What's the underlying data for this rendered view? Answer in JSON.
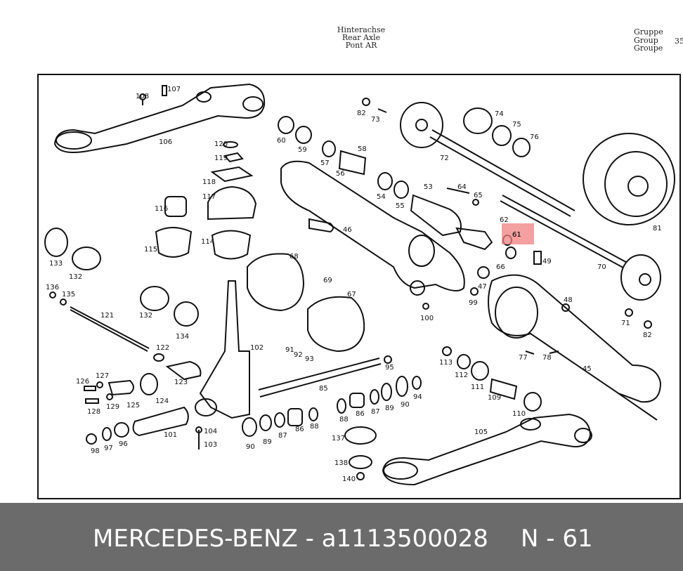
{
  "header": {
    "title_lines": [
      "Hinterachse",
      "Rear Axle",
      "Pont AR"
    ],
    "group_lines": [
      "Gruppe",
      "Group",
      "Groupe"
    ],
    "group_number": "35"
  },
  "callout": {
    "number": "61",
    "highlight_color": "#f08080"
  },
  "part_labels": [
    "108",
    "107",
    "106",
    "120",
    "119",
    "118",
    "117",
    "116",
    "115",
    "114",
    "133",
    "132",
    "136",
    "135",
    "121",
    "132",
    "134",
    "122",
    "123",
    "126",
    "127",
    "128",
    "129",
    "125",
    "124",
    "98",
    "97",
    "96",
    "101",
    "104",
    "103",
    "102",
    "91",
    "92",
    "93",
    "95",
    "85",
    "90",
    "89",
    "87",
    "86",
    "88",
    "60",
    "59",
    "57",
    "58",
    "56",
    "54",
    "55",
    "53",
    "64",
    "65",
    "62",
    "61",
    "66",
    "49",
    "47",
    "99",
    "100",
    "68",
    "69",
    "67",
    "46",
    "82",
    "73",
    "72",
    "74",
    "75",
    "76",
    "81",
    "70",
    "48",
    "71",
    "82",
    "113",
    "112",
    "111",
    "109",
    "110",
    "77",
    "78",
    "45",
    "105",
    "137",
    "138",
    "140",
    "88",
    "86",
    "87",
    "89",
    "90",
    "94"
  ],
  "footer": {
    "brand_part": "MERCEDES-BENZ - a1113500028",
    "position": "N - 61",
    "background": "#6b6b6b"
  }
}
